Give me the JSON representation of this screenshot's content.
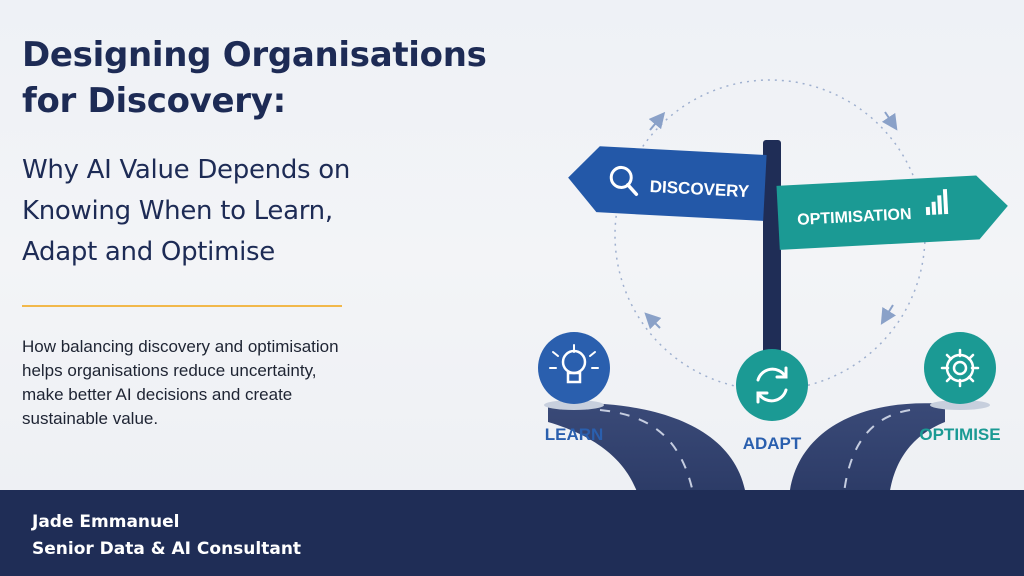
{
  "title": {
    "line1": "Designing Organisations",
    "line2": "for Discovery:"
  },
  "subtitle": {
    "line1": "Why AI Value Depends on",
    "line2": "Knowing When to Learn,",
    "line3": "Adapt and Optimise"
  },
  "description": {
    "line1": "How balancing discovery and optimisation",
    "line2": "helps organisations reduce uncertainty,",
    "line3": "make better AI decisions and create",
    "line4": "sustainable value."
  },
  "signpost": {
    "left_sign": "DISCOVERY",
    "right_sign": "OPTIMISATION"
  },
  "stages": [
    {
      "label": "LEARN",
      "icon": "lightbulb-icon",
      "color": "#2a5fae"
    },
    {
      "label": "ADAPT",
      "icon": "refresh-icon",
      "color": "#1b9a94"
    },
    {
      "label": "OPTIMISE",
      "icon": "gear-icon",
      "color": "#1b9a94"
    }
  ],
  "colors": {
    "navy": "#1f2d56",
    "blue": "#2a5fae",
    "teal": "#1b9a94",
    "accent": "#f2b84b"
  },
  "footer": {
    "name": "Jade Emmanuel",
    "role": "Senior Data & AI Consultant"
  }
}
